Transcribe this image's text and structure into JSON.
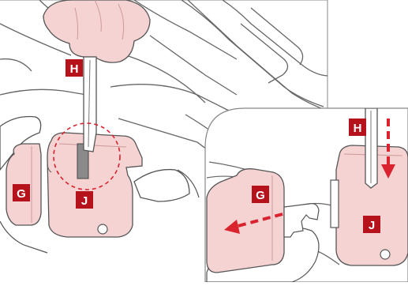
{
  "labels": {
    "main_h": "H",
    "main_g": "G",
    "main_j": "J",
    "inset_h": "H",
    "inset_g": "G",
    "inset_j": "J"
  },
  "colors": {
    "label_red": "#b5121b",
    "part_pink": "#f6d3d3",
    "part_pink_dark": "#eebcbc",
    "line": "#555555",
    "arrow_red": "#d9232e"
  },
  "icons": {
    "detail_circle": "dashed-circle",
    "arrows": [
      "arrow-down",
      "arrow-left"
    ]
  }
}
